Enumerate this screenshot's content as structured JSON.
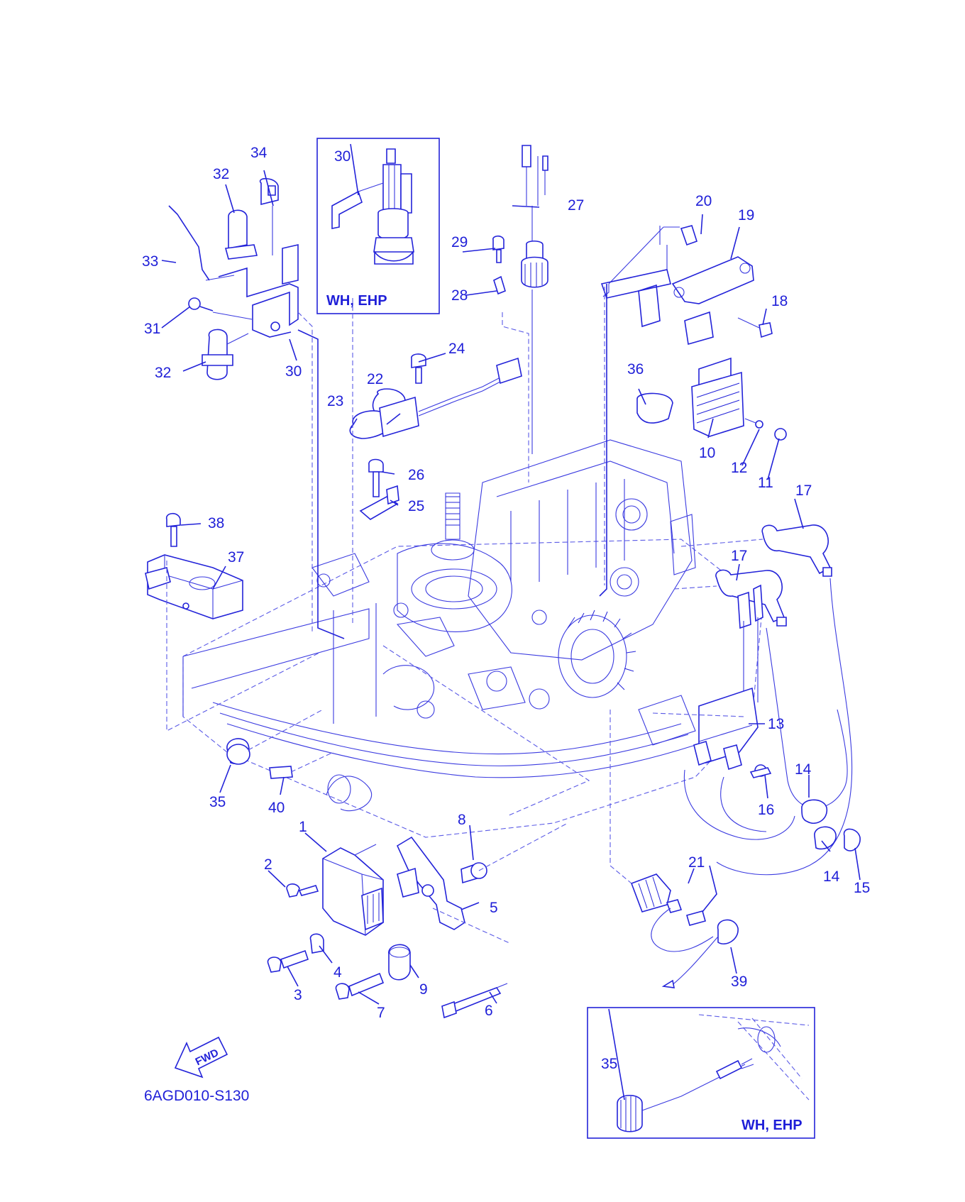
{
  "diagram_code": "6AGD010-S130",
  "direction_arrow": "FWD",
  "inset_top": {
    "tag": "WH, EHP",
    "part": "30"
  },
  "inset_bottom": {
    "tag": "WH, EHP",
    "part": "35"
  },
  "part_labels": {
    "p1": "1",
    "p2": "2",
    "p3": "3",
    "p4": "4",
    "p5": "5",
    "p6": "6",
    "p7": "7",
    "p8": "8",
    "p9": "9",
    "p10": "10",
    "p11": "11",
    "p12": "12",
    "p13": "13",
    "p14a": "14",
    "p14b": "14",
    "p15": "15",
    "p16": "16",
    "p17a": "17",
    "p17b": "17",
    "p18": "18",
    "p19": "19",
    "p20": "20",
    "p21": "21",
    "p22": "22",
    "p23": "23",
    "p24": "24",
    "p25": "25",
    "p26": "26",
    "p27": "27",
    "p28": "28",
    "p29": "29",
    "p30": "30",
    "p31": "31",
    "p32a": "32",
    "p32b": "32",
    "p33": "33",
    "p34": "34",
    "p35": "35",
    "p36": "36",
    "p37": "37",
    "p38": "38",
    "p39": "39",
    "p40": "40"
  },
  "icons": {
    "fwd_arrow": "fwd-arrow-icon"
  },
  "colors": {
    "line": "#2323d9",
    "background": "#ffffff"
  }
}
